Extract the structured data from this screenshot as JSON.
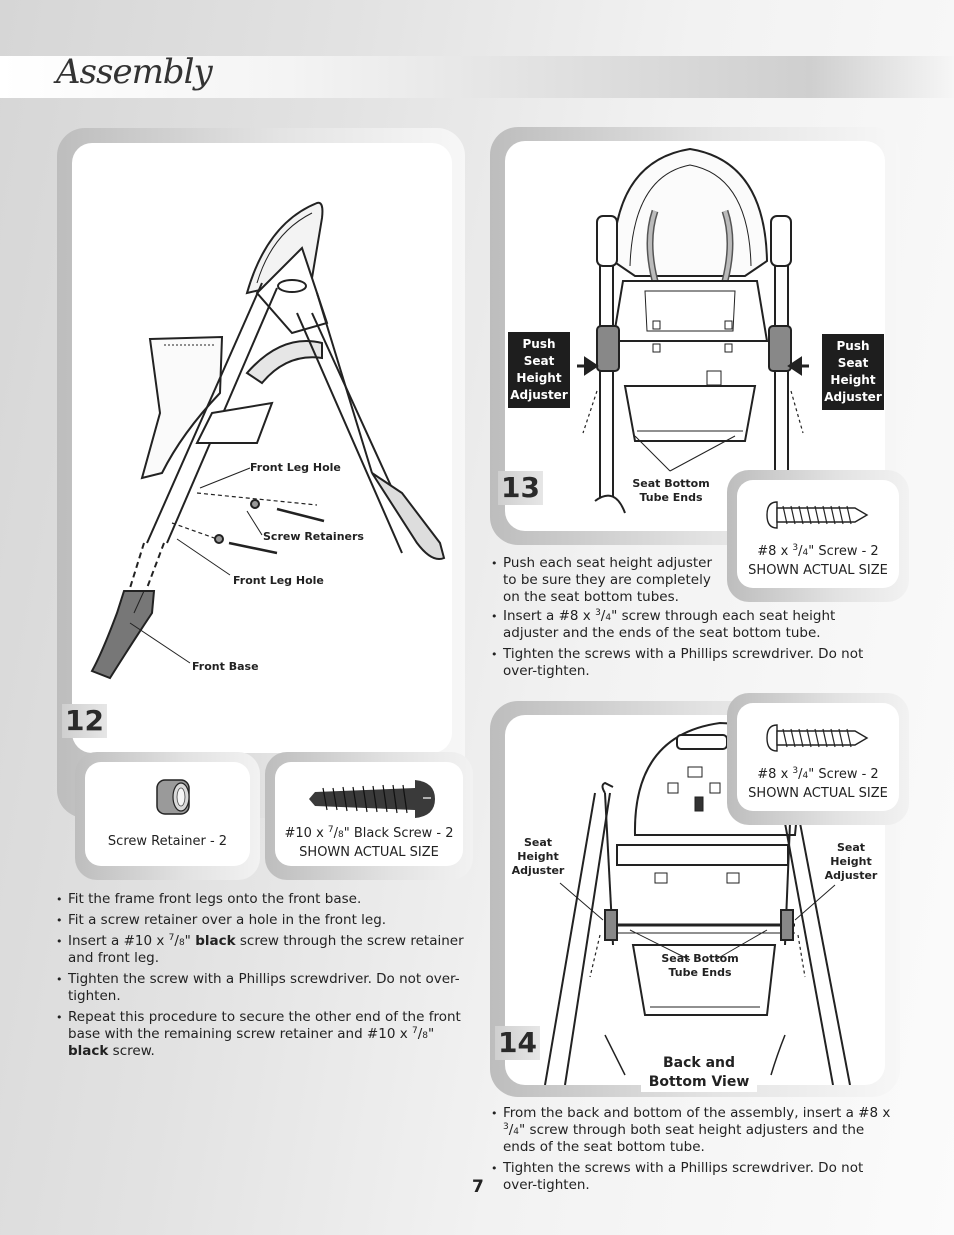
{
  "page": {
    "title": "Assembly",
    "page_number": "7"
  },
  "step12": {
    "number": "12",
    "callouts": {
      "front_leg_hole_top": "Front Leg Hole",
      "screw_retainers": "Screw Retainers",
      "front_leg_hole_bottom": "Front Leg Hole",
      "front_base": "Front Base"
    },
    "parts": {
      "retainer": "Screw Retainer - 2",
      "screw_line1_a": "#10 x ",
      "screw_line1_num": "7",
      "screw_line1_den": "8",
      "screw_line1_b": "\" Black Screw - 2",
      "screw_line2": "SHOWN ACTUAL SIZE"
    },
    "instructions": {
      "i1": "Fit the frame front legs onto the front base.",
      "i2": "Fit a screw retainer over a hole in the front leg.",
      "i3_a": "Insert a #10 x ",
      "i3_num": "7",
      "i3_den": "8",
      "i3_b": "\" ",
      "i3_bold": "black",
      "i3_c": " screw through the screw retainer and front leg.",
      "i4": "Tighten the screw with a Phillips screwdriver. Do not over-tighten.",
      "i5_a": "Repeat this procedure to secure the other end of the front base with the remaining screw retainer and #10 x ",
      "i5_num": "7",
      "i5_den": "8",
      "i5_b": "\" ",
      "i5_bold": "black",
      "i5_c": " screw."
    }
  },
  "step13": {
    "number": "13",
    "left_label": "Push Seat Height Adjuster",
    "right_label": "Push Seat Height Adjuster",
    "tube_ends": "Seat Bottom Tube Ends",
    "part_a": "#8 x ",
    "part_num": "3",
    "part_den": "4",
    "part_b": "\" Screw - 2",
    "part_line2": "SHOWN ACTUAL SIZE",
    "instructions": {
      "i1": "Push each seat height adjuster to be sure they are completely on the seat bottom tubes.",
      "i2_a": "Insert a #8 x ",
      "i2_num": "3",
      "i2_den": "4",
      "i2_b": "\" screw through each seat height adjuster and the ends of the seat bottom tube.",
      "i3": "Tighten the screws with a Phillips screwdriver. Do not over-tighten."
    }
  },
  "step14": {
    "number": "14",
    "left_label": "Seat Height Adjuster",
    "right_label": "Seat Height Adjuster",
    "tube_ends": "Seat Bottom Tube Ends",
    "view_label": "Back and Bottom View",
    "part_a": "#8 x ",
    "part_num": "3",
    "part_den": "4",
    "part_b": "\" Screw - 2",
    "part_line2": "SHOWN ACTUAL SIZE",
    "instructions": {
      "i1_a": "From the back and bottom of the assembly, insert a #8 x ",
      "i1_num": "3",
      "i1_den": "4",
      "i1_b": "\" screw through both seat height adjusters and the ends of the seat bottom tube.",
      "i2": "Tighten the screws with a Phillips screwdriver. Do not over-tighten."
    }
  }
}
